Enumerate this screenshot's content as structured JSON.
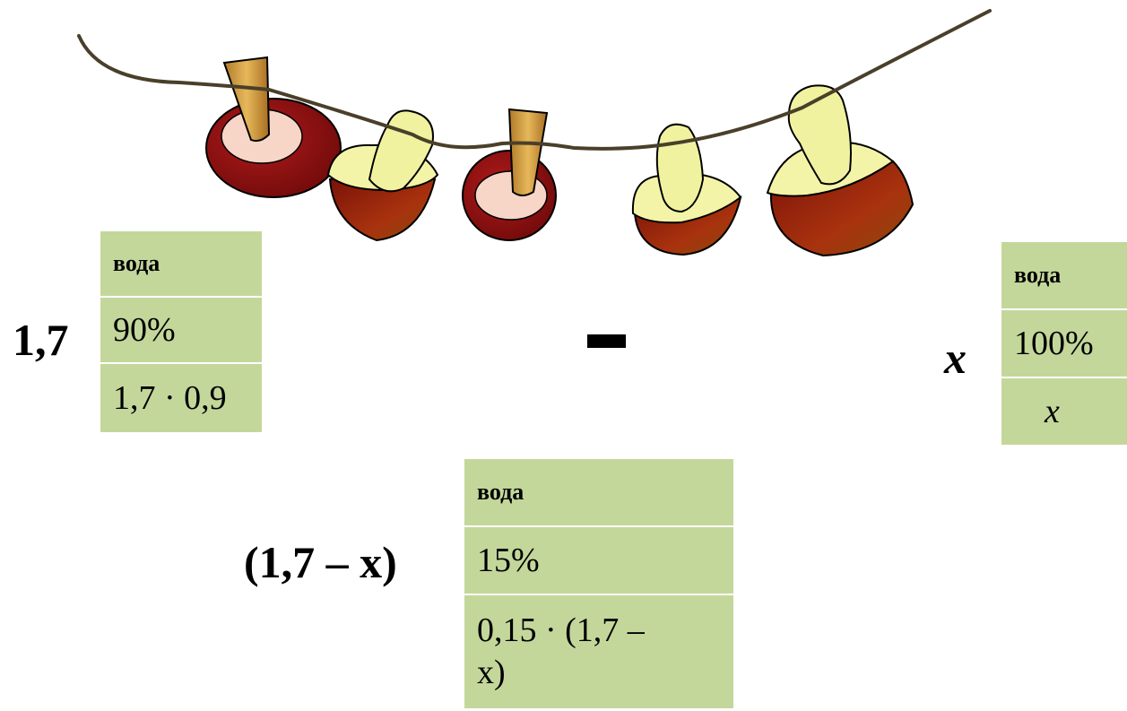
{
  "fresh": {
    "mass_label": "1,7",
    "header": "вода",
    "percent": "90%",
    "amount": "1,7 · 0,9"
  },
  "operator": "–",
  "evaporated": {
    "mass_label": "x",
    "header": "вода",
    "percent": "100%",
    "amount": "x"
  },
  "dried": {
    "mass_label": "(1,7 – x)",
    "header": "вода",
    "percent": "15%",
    "amount_line1": "0,15 · (1,7 –",
    "amount_line2": "x)"
  },
  "colors": {
    "table_fill": "#c4d79b",
    "string": "#4a3f2a",
    "cap_dark": "#8b0d0d",
    "cap_rust": "#a8320e",
    "flesh": "#f0f2a0",
    "stem_tan": "#d9a441"
  }
}
